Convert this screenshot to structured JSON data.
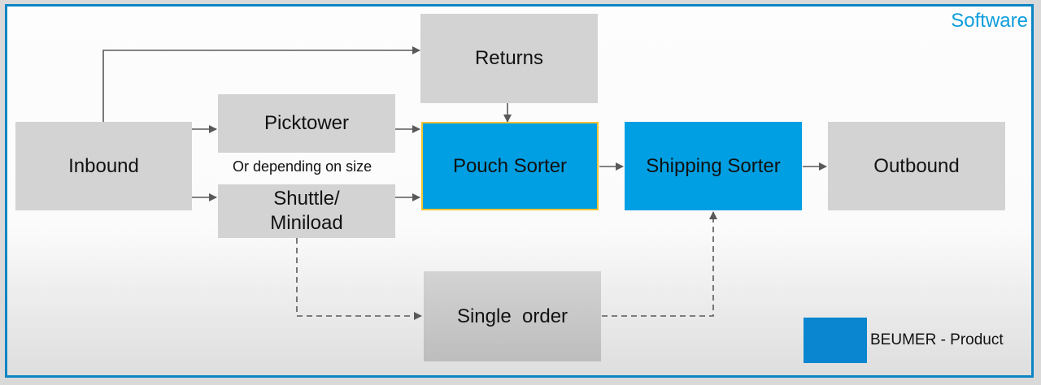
{
  "diagram": {
    "title": "Software",
    "nodes": {
      "inbound": "Inbound",
      "picktower": "Picktower",
      "shuttle": "Shuttle/\nMiniload",
      "returns": "Returns",
      "pouch_sorter": "Pouch Sorter",
      "shipping_sorter": "Shipping Sorter",
      "outbound": "Outbound",
      "single_order": "Single  order"
    },
    "note": "Or depending on size",
    "legend": {
      "label": "BEUMER - Product",
      "color": "#0a86d0"
    },
    "colors": {
      "beumer_blue": "#009fe3",
      "grey_box": "#d3d3d3",
      "frame": "#0a86c4",
      "arrow": "#595959"
    },
    "edges": [
      {
        "from": "Inbound",
        "to": "Returns",
        "style": "solid"
      },
      {
        "from": "Inbound",
        "to": "Picktower",
        "style": "solid"
      },
      {
        "from": "Inbound",
        "to": "Shuttle/Miniload",
        "style": "solid"
      },
      {
        "from": "Picktower",
        "to": "Pouch Sorter",
        "style": "solid"
      },
      {
        "from": "Shuttle/Miniload",
        "to": "Pouch Sorter",
        "style": "solid"
      },
      {
        "from": "Returns",
        "to": "Pouch Sorter",
        "style": "solid"
      },
      {
        "from": "Pouch Sorter",
        "to": "Shipping Sorter",
        "style": "solid"
      },
      {
        "from": "Shipping Sorter",
        "to": "Outbound",
        "style": "solid"
      },
      {
        "from": "Shuttle/Miniload",
        "to": "Single order",
        "style": "dashed"
      },
      {
        "from": "Single order",
        "to": "Shipping Sorter",
        "style": "dashed"
      }
    ]
  }
}
